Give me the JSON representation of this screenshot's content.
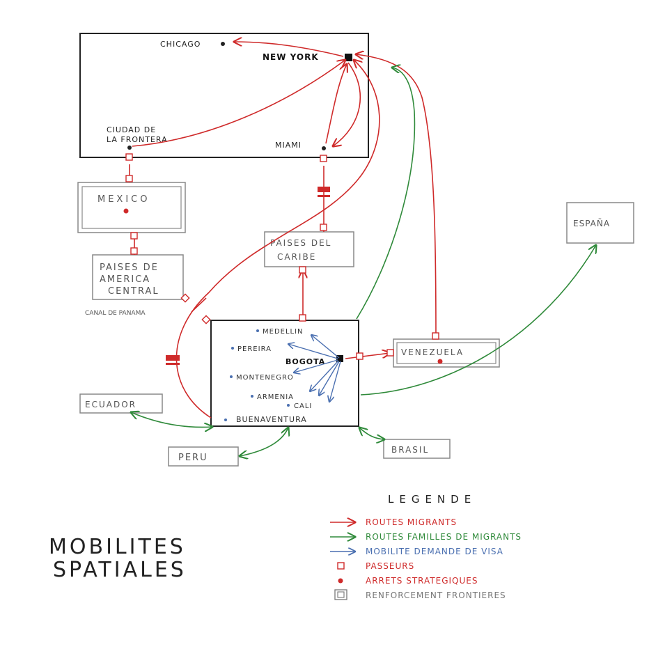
{
  "title": {
    "line1": "MOBILITES",
    "line2": "SPATIALES"
  },
  "places": {
    "chicago": "CHICAGO",
    "new_york": "NEW YORK",
    "ciudad_line1": "CIUDAD DE",
    "ciudad_line2": "LA FRONTERA",
    "miami": "MIAMI",
    "mexico": "MEXICO",
    "america_central_line1": "PAISES DE",
    "america_central_line2": "AMERICA",
    "america_central_line3": "CENTRAL",
    "canal": "CANAL DE PANAMA",
    "caribe_line1": "PAISES DEL",
    "caribe_line2": "CARIBE",
    "espana": "ESPAÑA",
    "venezuela": "VENEZUELA",
    "ecuador": "ECUADOR",
    "peru": "PERU",
    "brasil": "BRASIL"
  },
  "colombia_cities": {
    "medellin": "MEDELLIN",
    "pereira": "PEREIRA",
    "bogota": "BOGOTA",
    "montenegro": "MONTENEGRO",
    "armenia": "ARMENIA",
    "cali": "CALI",
    "buenaventura": "BUENAVENTURA"
  },
  "legend": {
    "title": "LEGENDE",
    "items": [
      {
        "label": "ROUTES MIGRANTS",
        "color": "#cf2a2a",
        "symbol": "arrow"
      },
      {
        "label": "ROUTES FAMILLES DE MIGRANTS",
        "color": "#2f8a3a",
        "symbol": "arrow"
      },
      {
        "label": "MOBILITE DEMANDE DE VISA",
        "color": "#4a6fb0",
        "symbol": "arrow"
      },
      {
        "label": "PASSEURS",
        "color": "#cf2a2a",
        "symbol": "square"
      },
      {
        "label": "ARRETS STRATEGIQUES",
        "color": "#cf2a2a",
        "symbol": "dot"
      },
      {
        "label": "RENFORCEMENT FRONTIERES",
        "color": "#707070",
        "symbol": "double-box"
      }
    ]
  },
  "colors": {
    "migrants": "#cf2a2a",
    "families": "#2f8a3a",
    "visa": "#4a6fb0",
    "ink": "#222222",
    "pencil": "#777777"
  }
}
